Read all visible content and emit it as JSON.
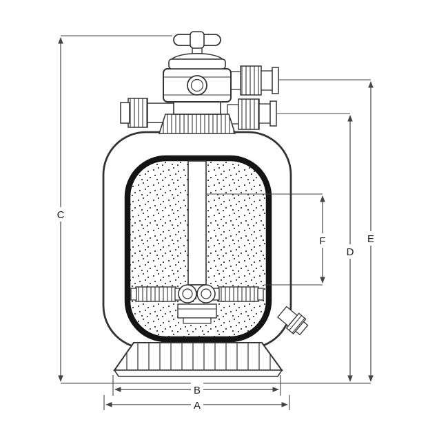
{
  "diagram": {
    "dimension_labels": {
      "A": "A",
      "B": "B",
      "C": "C",
      "D": "D",
      "E": "E",
      "F": "F"
    },
    "colors": {
      "line": "#333333",
      "ring": "#141414",
      "dimension": "#444444",
      "background": "#ffffff"
    }
  }
}
